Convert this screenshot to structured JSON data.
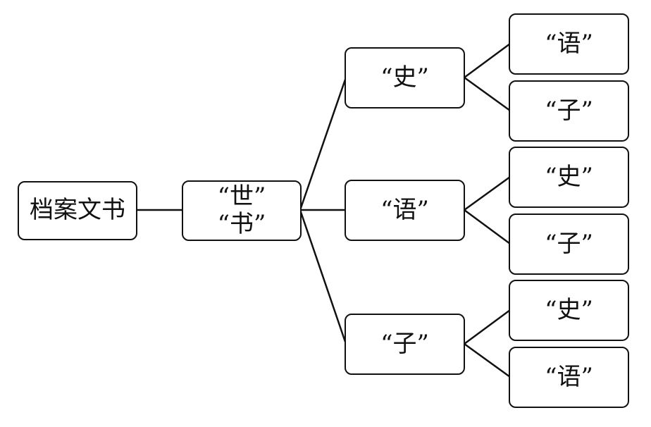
{
  "diagram": {
    "root": "档案文书",
    "hub": "“世” “书”",
    "branches": [
      {
        "label": "“史”",
        "children": [
          "“语”",
          "“子”"
        ]
      },
      {
        "label": "“语”",
        "children": [
          "“史”",
          "“子”"
        ]
      },
      {
        "label": "“子”",
        "children": [
          "“史”",
          "“语”"
        ]
      }
    ]
  }
}
